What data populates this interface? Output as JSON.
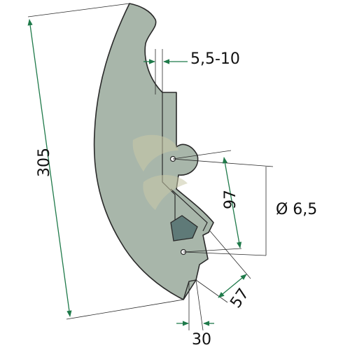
{
  "labels": {
    "height": "305",
    "thickness": "5,5-10",
    "hole_spacing": "97",
    "hole_diameter": "Ø 6,5",
    "offset": "57",
    "bottom_width": "30"
  },
  "colors": {
    "part_fill": "#a8b6aa",
    "part_outline": "#2a2a2a",
    "dimension_line": "#3a8a5a",
    "watermark": "#c9c9a8"
  }
}
